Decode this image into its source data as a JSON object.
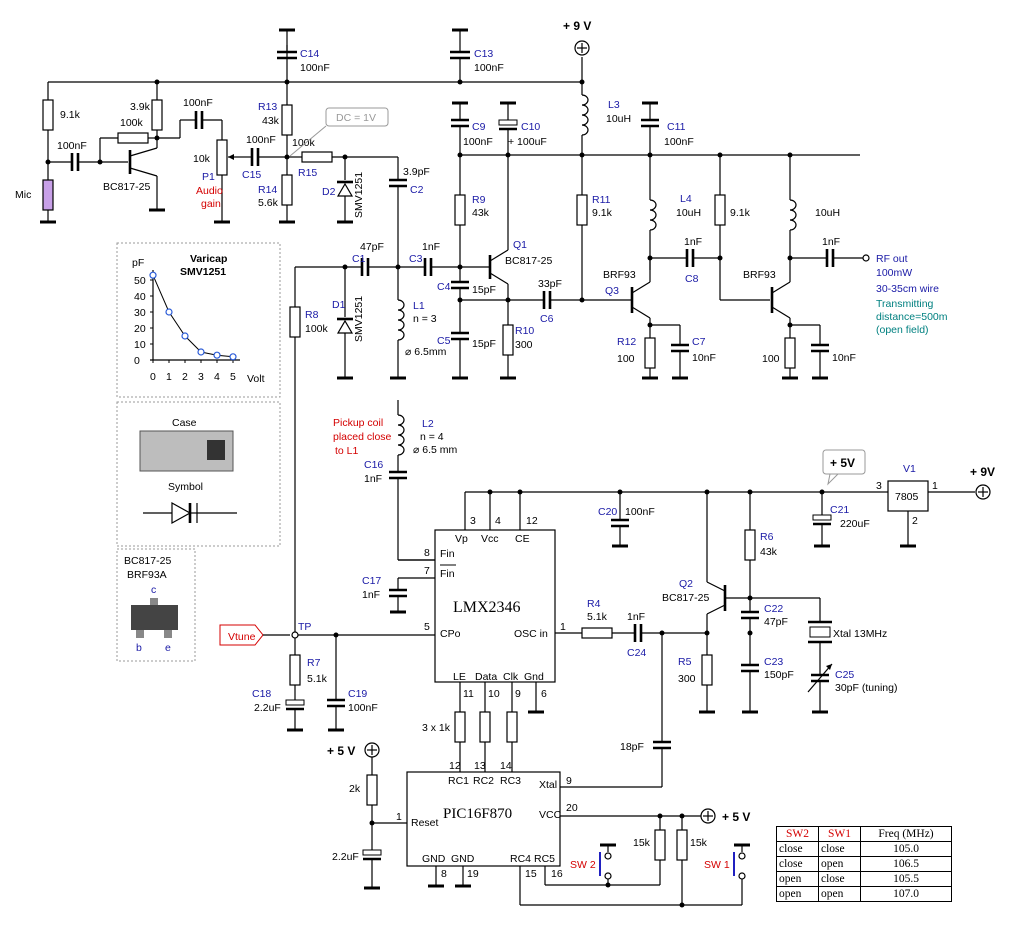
{
  "supplies": {
    "v9_top": "+ 9 V",
    "v5_reg": "+ 5V",
    "v9_reg": "+ 9V",
    "v5_pic": "+ 5 V",
    "v5_pic2": "+ 5 V"
  },
  "mic": {
    "label": "Mic"
  },
  "parts": {
    "c14": "C14",
    "c14v": "100nF",
    "c13": "C13",
    "c13v": "100nF",
    "r_91k": "9.1k",
    "r_39k": "3.9k",
    "r_100k_a": "100k",
    "c_100nf_a": "100nF",
    "c_100nf_b": "100nF",
    "q_bc": "BC817-25",
    "r13": "R13",
    "r13v": "43k",
    "dc_note": "DC = 1V",
    "p1v": "10k",
    "p1": "P1",
    "p1a": "Audio",
    "p1b": "gain",
    "c15v": "100nF",
    "c15": "C15",
    "r15": "R15",
    "r15v": "100k",
    "r14": "R14",
    "r14v": "5.6k",
    "d2": "D2",
    "d2v": "SMV1251",
    "c2v": "3.9pF",
    "c2": "C2",
    "c9": "C9",
    "c9v": "100nF",
    "c10": "C10",
    "c10v": "+ 100uF",
    "l3": "L3",
    "l3v": "10uH",
    "c11": "C11",
    "c11v": "100nF",
    "r9": "R9",
    "r9v": "43k",
    "r11": "R11",
    "r11v": "9.1k",
    "l4": "L4",
    "l4v": "10uH",
    "r_91k_b": "9.1k",
    "l5v": "10uH",
    "c1v": "47pF",
    "c1": "C1",
    "c3v": "1nF",
    "c3": "C3",
    "q1": "Q1",
    "q1v": "BC817-25",
    "c4": "C4",
    "c4v": "15pF",
    "c6v": "33pF",
    "c6": "C6",
    "d1": "D1",
    "d1v": "SMV1251",
    "l1": "L1",
    "l1n": "n = 3",
    "l1d": "⌀ 6.5mm",
    "r8": "R8",
    "r8v": "100k",
    "c5": "C5",
    "c5v": "15pF",
    "r10": "R10",
    "r10v": "300",
    "c8v": "1nF",
    "c8": "C8",
    "q3v": "BRF93",
    "q3": "Q3",
    "r12": "R12",
    "r12v": "100",
    "c7": "C7",
    "c7v": "10nF",
    "c_out_v": "1nF",
    "q4v": "BRF93",
    "r_100": "100",
    "c_10nf": "10nF",
    "l2": "L2",
    "l2n": "n = 4",
    "l2d": "⌀ 6.5 mm",
    "c16": "C16",
    "c16v": "1nF",
    "c17": "C17",
    "c17v": "1nF",
    "c20": "C20",
    "c20v": "100nF",
    "c21": "C21",
    "c21v": "220uF",
    "v1": "V1",
    "v1v": "7805",
    "r6": "R6",
    "r6v": "43k",
    "q2": "Q2",
    "q2v": "BC817-25",
    "r4": "R4",
    "r4v": "5.1k",
    "c24v": "1nF",
    "c24": "C24",
    "c22": "C22",
    "c22v": "47pF",
    "xtal": "Xtal 13MHz",
    "r5": "R5",
    "r5v": "300",
    "c23": "C23",
    "c23v": "150pF",
    "c25": "C25",
    "c25v": "30pF (tuning)",
    "tp": "TP",
    "r7": "R7",
    "r7v": "5.1k",
    "c18": "C18",
    "c18v": "2.2uF",
    "c19": "C19",
    "c19v": "100nF",
    "r_3x1k": "3 x 1k",
    "c_18pf": "18pF",
    "r_2k": "2k",
    "c_22uf": "2.2uF",
    "r_15k_a": "15k",
    "r_15k_b": "15k",
    "sw2": "SW 2",
    "sw1": "SW 1"
  },
  "pins": {
    "reg_in": "3",
    "reg_out": "1",
    "reg_gnd": "2"
  },
  "notes": {
    "rf_out": "RF out",
    "rf_pow": "100mW",
    "rf_wire": "30-35cm wire",
    "tx1": "Transmitting",
    "tx2": "distance=500m",
    "tx3": "(open field)",
    "pick1": "Pickup coil",
    "pick2": "placed close",
    "pick3": "to L1",
    "vtune": "Vtune"
  },
  "varicap_chart": {
    "title1": "Varicap",
    "title2": "SMV1251",
    "unit_y": "pF",
    "unit_x": "Volt",
    "yticks": [
      "50",
      "40",
      "30",
      "20",
      "10",
      "0"
    ],
    "xticks": [
      "0",
      "1",
      "2",
      "3",
      "4",
      "5"
    ]
  },
  "chart_data": {
    "type": "line",
    "title": "Varicap SMV1251",
    "xlabel": "Volt",
    "ylabel": "pF",
    "x": [
      0,
      1,
      2,
      3,
      4,
      5
    ],
    "series": [
      {
        "values": [
          53,
          30,
          15,
          5,
          3,
          2
        ]
      }
    ],
    "xlim": [
      0,
      5
    ],
    "ylim": [
      0,
      55
    ]
  },
  "case_box": {
    "case": "Case",
    "symbol": "Symbol"
  },
  "pinout": {
    "line1": "BC817-25",
    "line2": "BRF93A",
    "c": "c",
    "b": "b",
    "e": "e"
  },
  "lmx": {
    "name": "LMX2346",
    "vp": "Vp",
    "vcc": "Vcc",
    "ce": "CE",
    "p3": "3",
    "p4": "4",
    "p12": "12",
    "fin": "Fin",
    "finb": "Fin",
    "p8": "8",
    "p7": "7",
    "cpo": "CPo",
    "p5": "5",
    "oscin": "OSC in",
    "p1": "1",
    "le": "LE",
    "data": "Data",
    "clk": "Clk",
    "gnd": "Gnd",
    "p11": "11",
    "p10": "10",
    "p9": "9",
    "p6": "6"
  },
  "pic": {
    "name": "PIC16F870",
    "rc1": "RC1",
    "rc2": "RC2",
    "rc3": "RC3",
    "p12": "12",
    "p13": "13",
    "p14": "14",
    "xtal": "Xtal",
    "p9": "9",
    "vcc": "VCC",
    "p20": "20",
    "reset": "Reset",
    "p1": "1",
    "gnd1": "GND",
    "gnd2": "GND",
    "rc4": "RC4",
    "rc5": "RC5",
    "p8": "8",
    "p19": "19",
    "p15": "15",
    "p16": "16"
  },
  "freq_table": {
    "headers": [
      "SW2",
      "SW1",
      "Freq (MHz)"
    ],
    "rows": [
      [
        "close",
        "close",
        "105.0"
      ],
      [
        "close",
        "open",
        "106.5"
      ],
      [
        "open",
        "close",
        "105.5"
      ],
      [
        "open",
        "open",
        "107.0"
      ]
    ]
  }
}
